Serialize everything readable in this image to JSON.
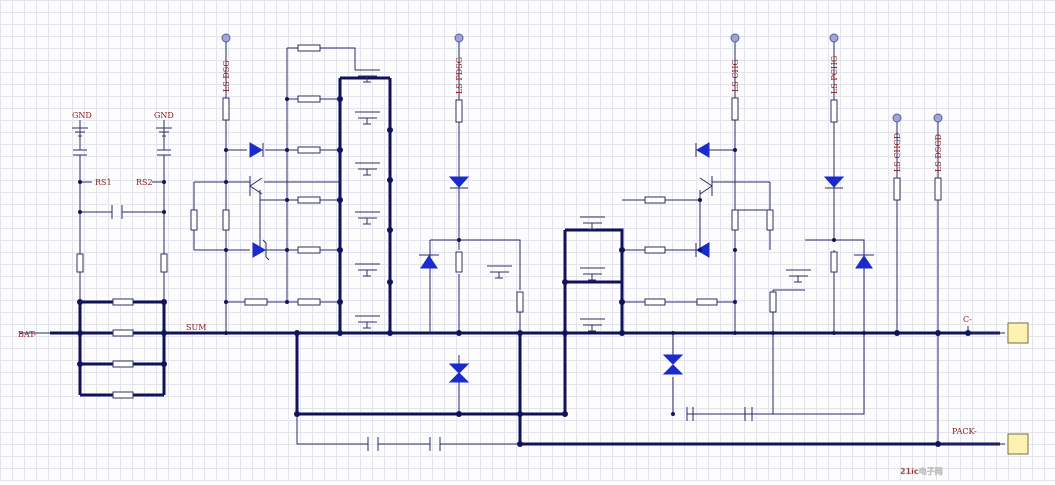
{
  "labels": {
    "bat": "BAT-",
    "sum": "SUM",
    "gnd1": "GND",
    "gnd2": "GND",
    "rs1": "RS1",
    "rs2": "RS2",
    "c_minus": "C-",
    "pack": "PACK-",
    "ls_dsg": "LS DSG",
    "ls_pdsg": "LS PDSG",
    "ls_chg": "LS CHG",
    "ls_pchg": "LS PCHG",
    "ls_chgd": "LS CHGD",
    "ls_dsgd": "LS DSGD"
  },
  "watermark": {
    "text": "21ic电子网"
  },
  "colors": {
    "wire": "#12125a",
    "diode": "#1a2acc",
    "label": "#8b1a1a",
    "connector": "#fff2b0"
  }
}
